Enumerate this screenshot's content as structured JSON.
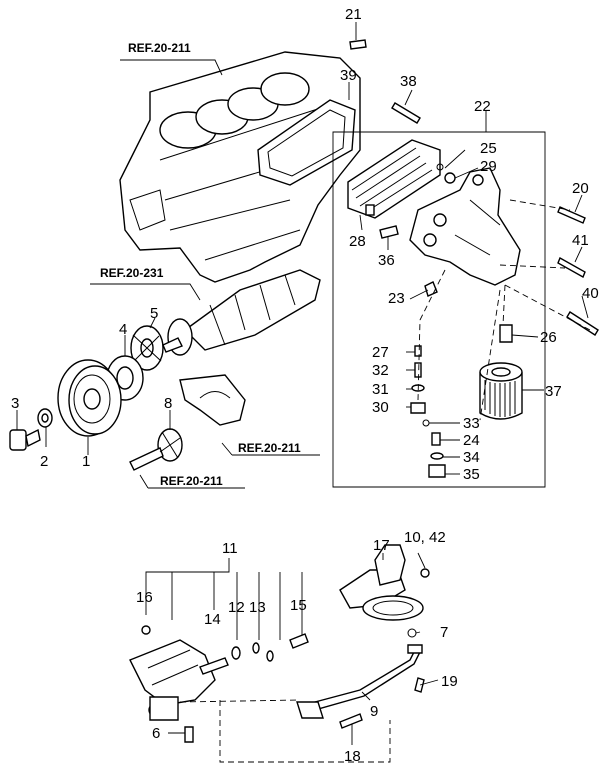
{
  "references": [
    {
      "id": "ref-block",
      "label": "REF.20-211"
    },
    {
      "id": "ref-crank",
      "label": "REF.20-231"
    },
    {
      "id": "ref-bearing",
      "label": "REF.20-211"
    },
    {
      "id": "ref-gear",
      "label": "REF.20-211"
    }
  ],
  "callouts": [
    "21",
    "39",
    "38",
    "22",
    "25",
    "29",
    "20",
    "28",
    "36",
    "41",
    "40",
    "23",
    "26",
    "27",
    "32",
    "31",
    "30",
    "33",
    "37",
    "24",
    "34",
    "35",
    "5",
    "4",
    "3",
    "2",
    "1",
    "8",
    "11",
    "16",
    "14",
    "12",
    "13",
    "15",
    "17",
    "10, 42",
    "7",
    "19",
    "9",
    "6",
    "18"
  ]
}
